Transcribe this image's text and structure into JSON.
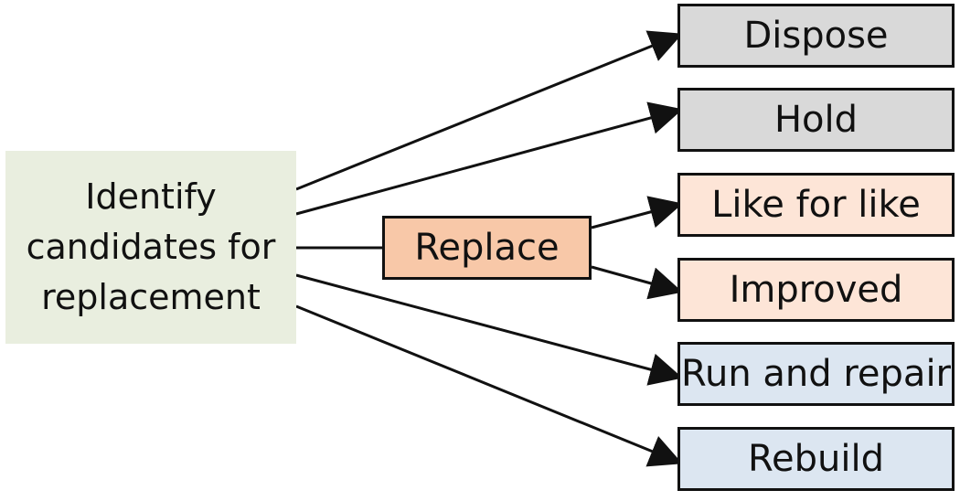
{
  "colors": {
    "source_fill": "#e9eedf",
    "replace_fill": "#f8c8a8",
    "outcome_gray_fill": "#d9d9d9",
    "outcome_peach_fill": "#fde5d7",
    "outcome_blue_fill": "#dce6f1",
    "line_color": "#111111"
  },
  "source": {
    "label": "Identify candidates for replacement"
  },
  "replace": {
    "label": "Replace"
  },
  "outcomes": [
    {
      "label": "Dispose",
      "fill_color": "#d9d9d9"
    },
    {
      "label": "Hold",
      "fill_color": "#d9d9d9"
    },
    {
      "label": "Like for like",
      "fill_color": "#fde5d7"
    },
    {
      "label": "Improved",
      "fill_color": "#fde5d7"
    },
    {
      "label": "Run and repair",
      "fill_color": "#dce6f1"
    },
    {
      "label": "Rebuild",
      "fill_color": "#dce6f1"
    }
  ]
}
